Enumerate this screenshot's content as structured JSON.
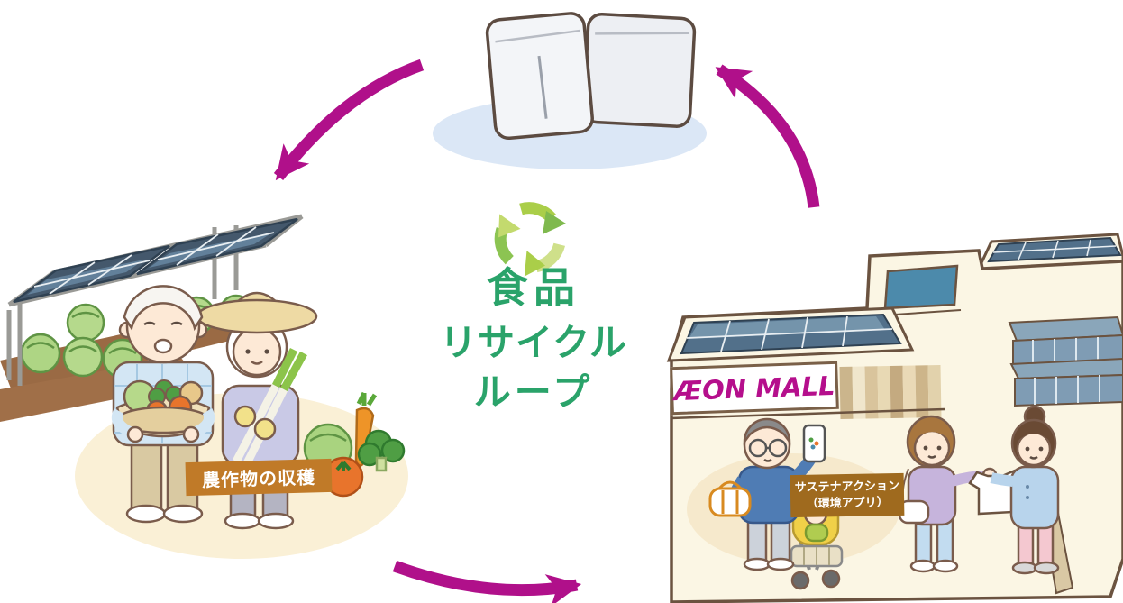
{
  "diagram": {
    "title": "食品リサイクルループ",
    "center": {
      "icon": "recycle-icon",
      "line1": "食品",
      "line2": "リサイクル",
      "line3": "ループ",
      "text_color": "#2aa36a"
    },
    "farm": {
      "caption": "農作物の収穫",
      "caption_bg": "#c07a28"
    },
    "mall": {
      "sign": "ÆON MALL",
      "sign_color": "#b50f8c",
      "caption_line1": "サステナアクション",
      "caption_line2": "（環境アプリ）",
      "caption_bg": "#9f6a1e"
    },
    "arrows": {
      "color": "#b0108a",
      "count": 3,
      "flow": "bins → farm → mall → bins"
    },
    "scenes": [
      "compost-bins",
      "farm-harvest-with-solar-canopy",
      "aeon-mall-with-shoppers"
    ]
  }
}
